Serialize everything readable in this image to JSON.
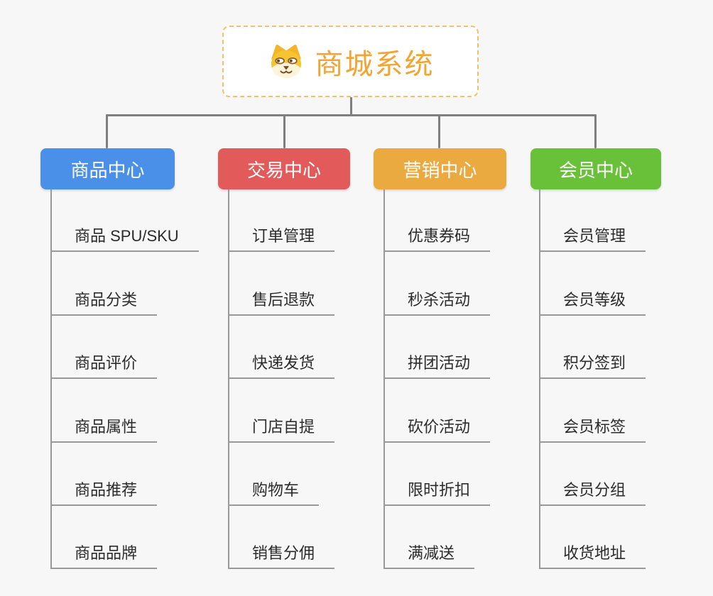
{
  "root": {
    "title": "商城系统",
    "icon": "shiba-dog-icon"
  },
  "branches": [
    {
      "label": "商品中心",
      "color": "#4a90e8",
      "items": [
        "商品 SPU/SKU",
        "商品分类",
        "商品评价",
        "商品属性",
        "商品推荐",
        "商品品牌"
      ]
    },
    {
      "label": "交易中心",
      "color": "#e25a5a",
      "items": [
        "订单管理",
        "售后退款",
        "快递发货",
        "门店自提",
        "购物车",
        "销售分佣"
      ]
    },
    {
      "label": "营销中心",
      "color": "#ebaa40",
      "items": [
        "优惠券码",
        "秒杀活动",
        "拼团活动",
        "砍价活动",
        "限时折扣",
        "满减送"
      ]
    },
    {
      "label": "会员中心",
      "color": "#69c13a",
      "items": [
        "会员管理",
        "会员等级",
        "积分签到",
        "会员标签",
        "会员分组",
        "收货地址"
      ]
    }
  ],
  "colors": {
    "background": "#f7f7f7",
    "connector": "#7f7f7f",
    "leaf_line": "#999999",
    "leaf_text": "#2b2b2b",
    "root_accent": "#f0a535",
    "root_border": "#f6c06a"
  }
}
